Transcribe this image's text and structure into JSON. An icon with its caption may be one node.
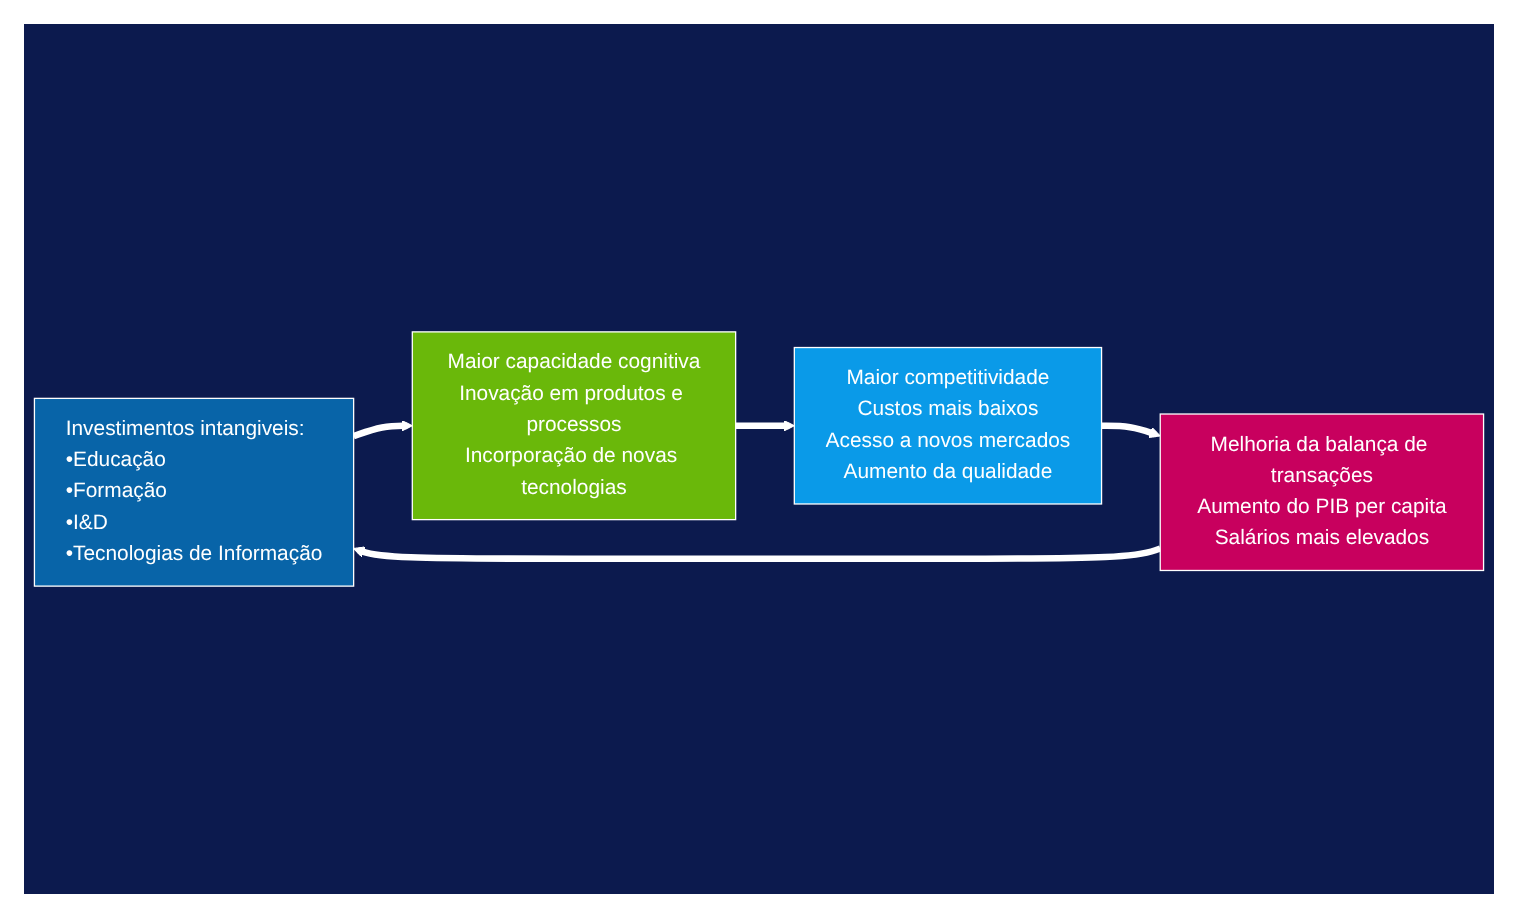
{
  "diagram": {
    "nodes": [
      {
        "text": [
          "Investimentos intangiveis:",
          "•Educação",
          "•Formação",
          "•I&D",
          "•Tecnologias de Informação"
        ]
      },
      {
        "text": [
          "Maior capacidade cognitiva",
          "Inovação em produtos e processos",
          "Incorporação de novas tecnologias"
        ]
      },
      {
        "text": [
          "Maior competitividade",
          "Custos mais baixos",
          "Acesso a novos mercados",
          "Aumento da qualidade"
        ]
      },
      {
        "text": [
          "Melhoria da balança de transações",
          "Aumento do PIB per capita",
          "Salários mais elevados"
        ]
      }
    ],
    "edges": [
      {
        "from": 0,
        "to": 1,
        "arrow": "to"
      },
      {
        "from": 1,
        "to": 2,
        "arrow": "to"
      },
      {
        "from": 2,
        "to": 3,
        "arrow": "to"
      },
      {
        "from": 3,
        "to": 0,
        "arrow": "to"
      }
    ]
  }
}
